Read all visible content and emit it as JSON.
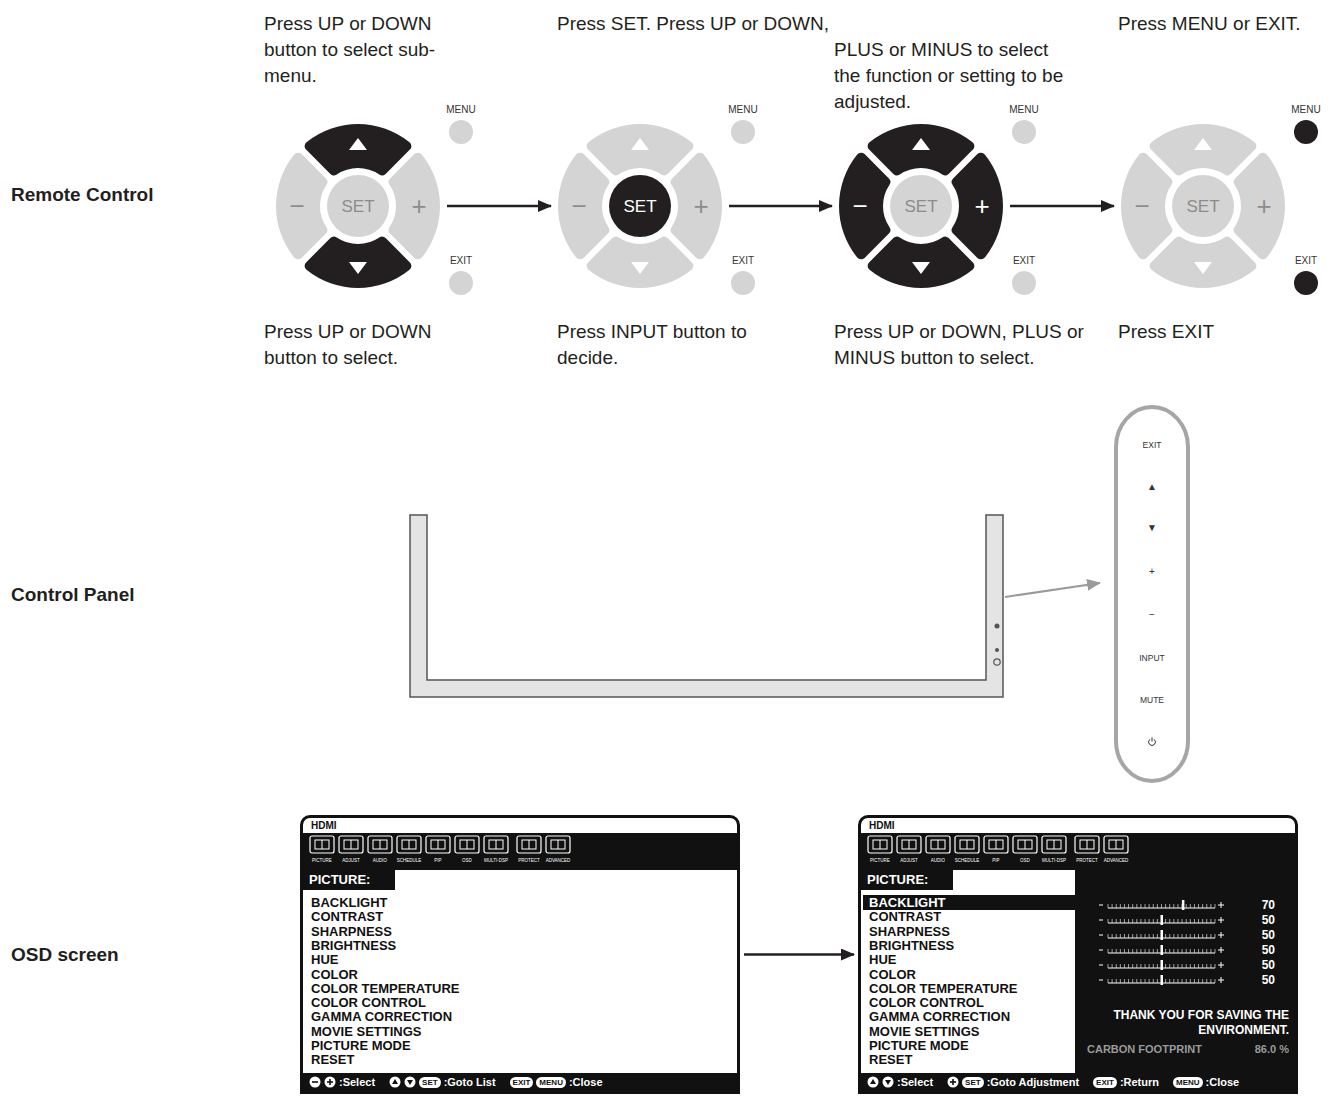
{
  "diagram": {
    "nodes": [
      {
        "text": [
          "−",
          "SET",
          "+"
        ]
      },
      {
        "text": [
          "MENU"
        ]
      },
      {
        "text": [
          "EXIT"
        ]
      },
      {
        "text": [
          "−",
          "SET",
          "+"
        ]
      },
      {
        "text": [
          "MENU"
        ]
      },
      {
        "text": [
          "EXIT"
        ]
      },
      {
        "text": [
          "−",
          "SET",
          "+"
        ]
      },
      {
        "text": [
          "MENU"
        ]
      },
      {
        "text": [
          "EXIT"
        ]
      },
      {
        "text": [
          "−",
          "SET",
          "+"
        ]
      },
      {
        "text": [
          "MENU"
        ]
      },
      {
        "text": [
          "EXIT"
        ]
      },
      {
        "text": [
          "EXIT",
          "▲",
          "▼",
          "+",
          "−",
          "INPUT",
          "MUTE"
        ]
      },
      {
        "text": [
          "HDMI",
          "PICTURE",
          "ADJUST",
          "AUDIO",
          "SCHEDULE",
          "PIP",
          "OSD",
          "MULTI-DSP",
          "PROTECT",
          "ADVANCED",
          "PICTURE:",
          "BACKLIGHT",
          "CONTRAST",
          "SHARPNESS",
          "BRIGHTNESS",
          "HUE",
          "COLOR",
          "COLOR TEMPERATURE",
          "COLOR CONTROL",
          "GAMMA CORRECTION",
          "MOVIE SETTINGS",
          "PICTURE MODE",
          "RESET",
          ":Select",
          "SET",
          ":Goto List",
          "EXIT",
          "MENU",
          ":Close"
        ]
      },
      {
        "text": [
          "HDMI",
          "PICTURE",
          "ADJUST",
          "AUDIO",
          "SCHEDULE",
          "PIP",
          "OSD",
          "MULTI-DSP",
          "PROTECT",
          "ADVANCED",
          "PICTURE:",
          "BACKLIGHT",
          "CONTRAST",
          "SHARPNESS",
          "BRIGHTNESS",
          "HUE",
          "COLOR",
          "COLOR TEMPERATURE",
          "COLOR CONTROL",
          "GAMMA CORRECTION",
          "MOVIE SETTINGS",
          "PICTURE MODE",
          "RESET",
          "70",
          "50",
          "50",
          "50",
          "50",
          "50",
          "THANK YOU FOR SAVING THE ENVIRONMENT.",
          "CARBON FOOTPRINT",
          "86.0 %",
          ":Select",
          "SET",
          ":Goto Adjustment",
          "EXIT",
          ":Return",
          "MENU",
          ":Close"
        ]
      }
    ],
    "edges": [
      {
        "from": 0,
        "to": 3,
        "arrow": "to"
      },
      {
        "from": 3,
        "to": 6,
        "arrow": "to"
      },
      {
        "from": 6,
        "to": 9,
        "arrow": "to"
      },
      {
        "from": 13,
        "to": 14,
        "arrow": "to"
      }
    ],
    "labels": [
      "Remote Control",
      "Control Panel",
      "OSD screen",
      "Press UP or DOWN button to select sub-menu.",
      "Press SET. Press UP or DOWN,",
      "PLUS or MINUS to select the function or setting to be adjusted.",
      "Press MENU or EXIT.",
      "Press UP or DOWN button to select.",
      "Press INPUT button to decide.",
      "Press UP or DOWN, PLUS or MINUS button to select.",
      "Press EXIT"
    ]
  }
}
